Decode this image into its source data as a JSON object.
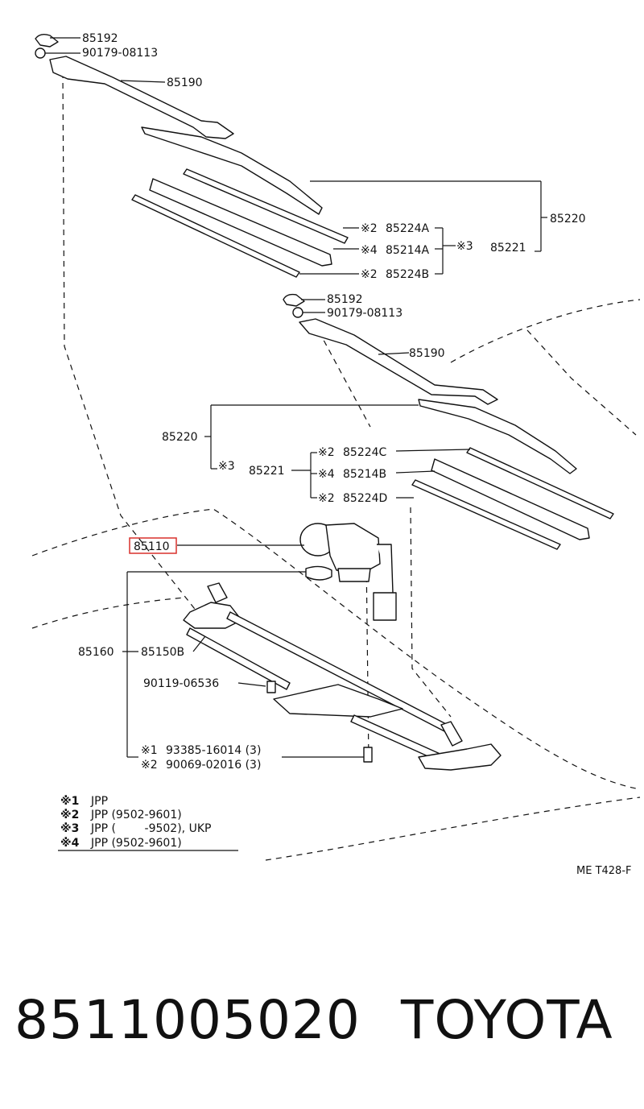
{
  "diagram": {
    "labels": {
      "cap_top": "85192",
      "nut_top": "90179-08113",
      "arm_top": "85190",
      "blade_top": "85220",
      "insert_top": "85221",
      "bracket_note_top": "※3",
      "rubber_a_note": "※2",
      "rubber_a": "85224A",
      "rubber_b_note": "※4",
      "rubber_b": "85214A",
      "rubber_c_note": "※2",
      "rubber_c": "85224B",
      "cap_mid": "85192",
      "nut_mid": "90179-08113",
      "arm_mid": "85190",
      "blade_mid": "85220",
      "note_mid": "※3",
      "insert_mid": "85221",
      "rubber_d_note": "※2",
      "rubber_d": "85224C",
      "rubber_e_note": "※4",
      "rubber_e": "85214B",
      "rubber_f_note": "※2",
      "rubber_f": "85224D",
      "motor": "85110",
      "link_assy": "85160",
      "link": "85150B",
      "bolt": "90119-06536",
      "screw_note": "※1",
      "screw": "93385-16014 (3)",
      "washer_note": "※2",
      "washer": "90069-02016 (3)"
    },
    "legend": [
      {
        "mark": "※1",
        "text": "JPP"
      },
      {
        "mark": "※2",
        "text": "JPP (9502-9601)"
      },
      {
        "mark": "※3",
        "text": "JPP (        -9502), UKP"
      },
      {
        "mark": "※4",
        "text": "JPP (9502-9601)"
      }
    ],
    "code": "ME T428-F",
    "highlight_color": "#d9302c"
  },
  "footer": {
    "part_number": "8511005020",
    "brand": "TOYOTA"
  }
}
